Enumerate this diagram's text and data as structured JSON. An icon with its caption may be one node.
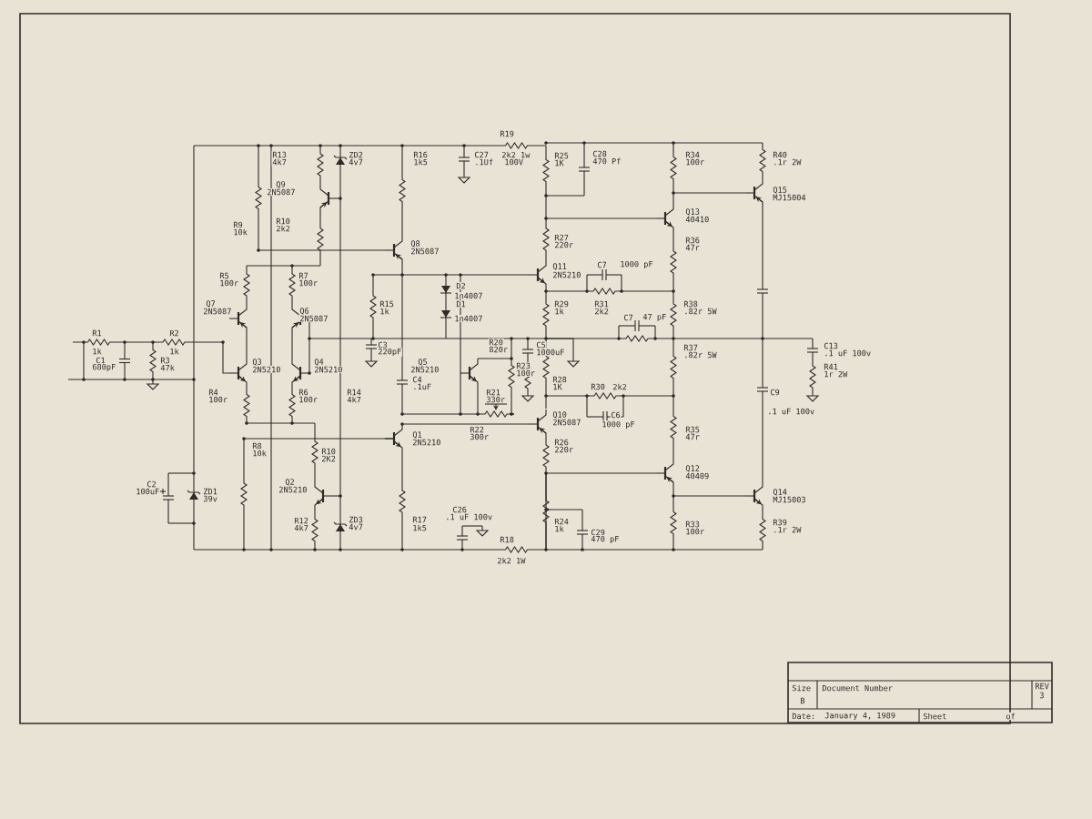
{
  "diagram": {
    "labels": [
      "R19",
      "R13",
      "ZD2",
      "R16",
      "C27",
      "2k2 1w",
      "R25",
      "C28",
      "R34",
      "R40",
      "4k7",
      "4v7",
      "1k5",
      ".1Uf",
      "100V",
      "1K",
      "470 Pf",
      "100r",
      ".1r 2W",
      "Q9",
      "2N5087",
      "Q15",
      "MJ15004",
      "Q13",
      "40410",
      "R9",
      "R10",
      "10k",
      "2k2",
      "R27",
      "R36",
      "Q8",
      "220r",
      "47r",
      "2N5087",
      "Q11",
      "C7",
      "1000 pF",
      "R5",
      "R7",
      "2N5210",
      "100r",
      "100r",
      "D2",
      "1n4007",
      "Q7",
      "R15",
      "D1",
      "R29",
      "R31",
      "R38",
      "2N5087",
      "Q6",
      "1k",
      "1k",
      "2k2",
      ".82r 5W",
      "2N5087",
      "1n4007",
      "C7",
      "47 pF",
      "R1",
      "R2",
      "1k",
      "1k",
      "C3",
      "220pF",
      "R20",
      "820r",
      "C5",
      "1000uF",
      "R37",
      ".82r 5W",
      "C13",
      ".1 uF 100v",
      "C1",
      "680pF",
      "R3",
      "47k",
      "Q3",
      "2N5210",
      "Q4",
      "2N5210",
      "Q5",
      "2N5210",
      "R23",
      "100r",
      "R41",
      "1r 2W",
      "C4",
      "R28",
      ".1uF",
      "1K",
      "R30",
      "2k2",
      "R4",
      "R6",
      "R14",
      "R21",
      "C9",
      "100r",
      "100r",
      "4k7",
      "330r",
      ".1 uF 100v",
      "R22",
      "300r",
      "Q10",
      "2N5087",
      "C6",
      "1000 pF",
      "Q1",
      "2N5210",
      "R8",
      "10k",
      "R10",
      "2K2",
      "R26",
      "220r",
      "R35",
      "47r",
      "Q12",
      "40409",
      "Q2",
      "2N5210",
      "Q14",
      "MJ15003",
      "C2",
      "100uF",
      "ZD1",
      "39v",
      "C26",
      ".1 uF 100v",
      "R12",
      "4k7",
      "ZD3",
      "4v7",
      "R17",
      "1k5",
      "R24",
      "1k",
      "R33",
      "100r",
      "R39",
      ".1r 2W",
      "C29",
      "R18",
      "470 pF",
      "2k2 1W",
      "Size",
      "Document Number",
      "REV",
      "B",
      "3",
      "Date:",
      "January 4, 1989",
      "Sheet",
      "of"
    ]
  }
}
